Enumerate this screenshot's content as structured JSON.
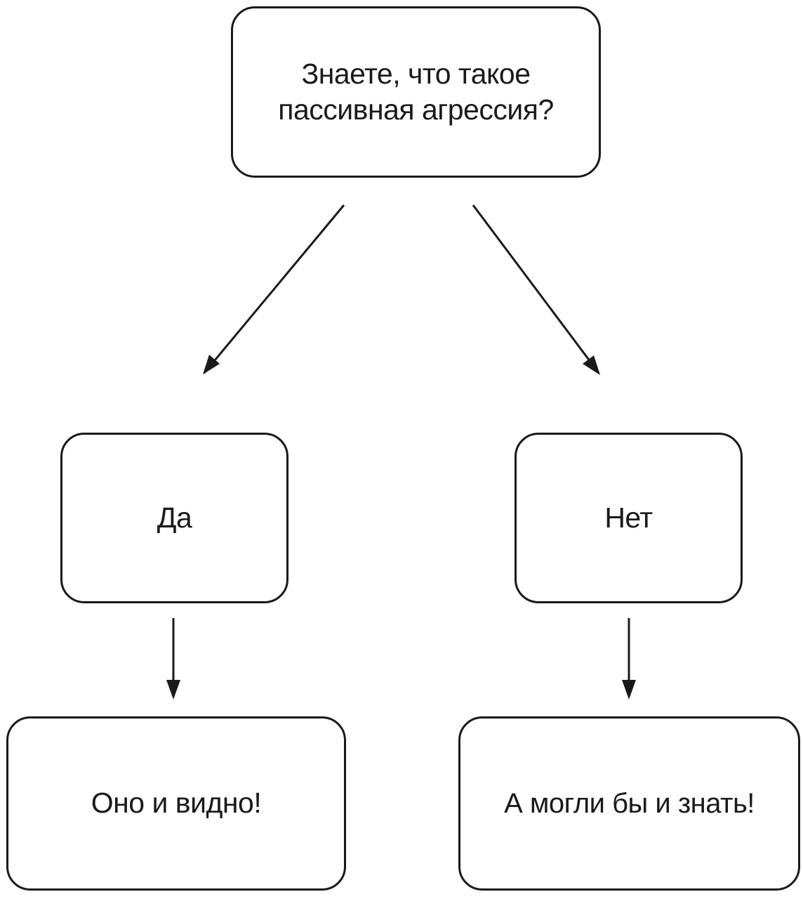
{
  "diagram": {
    "nodes": {
      "question": "Знаете, что такое пассивная агрессия?",
      "yes": "Да",
      "no": "Нет",
      "yes_result": "Оно и видно!",
      "no_result": "А могли бы и знать!"
    },
    "edges": [
      {
        "from": "question",
        "to": "yes"
      },
      {
        "from": "question",
        "to": "no"
      },
      {
        "from": "yes",
        "to": "yes_result"
      },
      {
        "from": "no",
        "to": "no_result"
      }
    ],
    "colors": {
      "stroke": "#1a1a1a",
      "background": "#ffffff"
    }
  }
}
